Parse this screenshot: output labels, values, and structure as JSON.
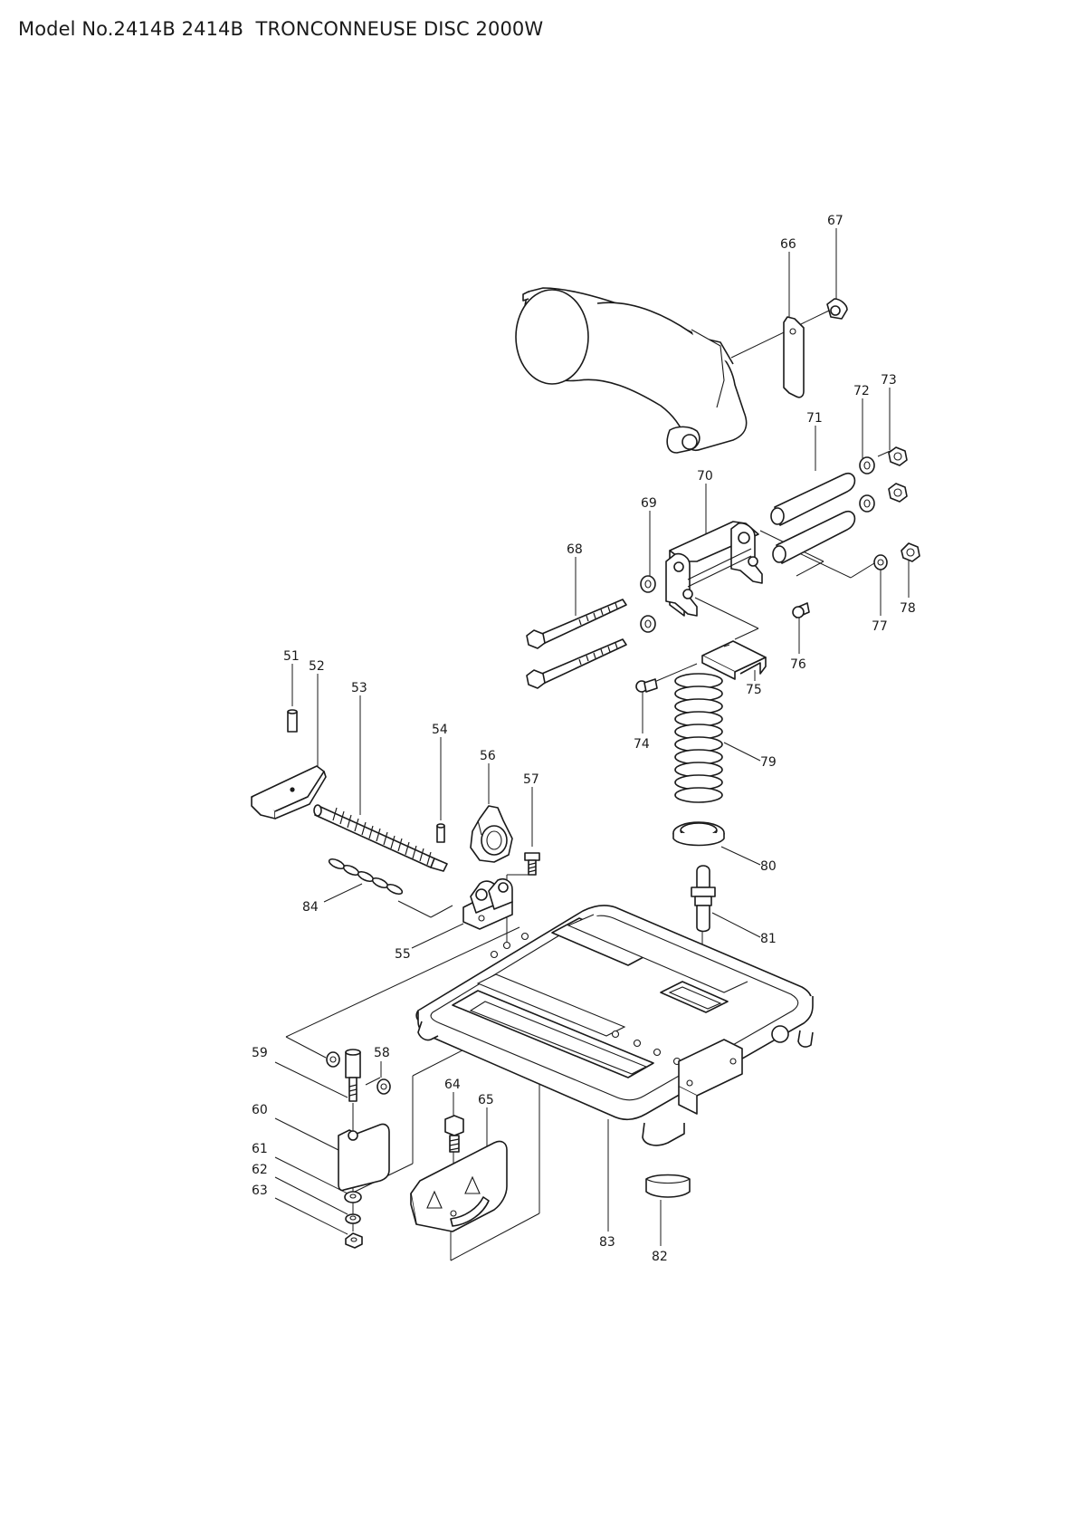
{
  "header": {
    "title": "Model No.2414B 2414B  TRONCONNEUSE DISC 2000W"
  },
  "colors": {
    "ink": "#1a1a1a",
    "background": "#ffffff"
  },
  "callouts": [
    {
      "id": "p51",
      "label": "51"
    },
    {
      "id": "p52",
      "label": "52"
    },
    {
      "id": "p53",
      "label": "53"
    },
    {
      "id": "p54",
      "label": "54"
    },
    {
      "id": "p55",
      "label": "55"
    },
    {
      "id": "p56",
      "label": "56"
    },
    {
      "id": "p57",
      "label": "57"
    },
    {
      "id": "p58",
      "label": "58"
    },
    {
      "id": "p59",
      "label": "59"
    },
    {
      "id": "p60",
      "label": "60"
    },
    {
      "id": "p61",
      "label": "61"
    },
    {
      "id": "p62",
      "label": "62"
    },
    {
      "id": "p63",
      "label": "63"
    },
    {
      "id": "p64",
      "label": "64"
    },
    {
      "id": "p65",
      "label": "65"
    },
    {
      "id": "p66",
      "label": "66"
    },
    {
      "id": "p67",
      "label": "67"
    },
    {
      "id": "p68",
      "label": "68"
    },
    {
      "id": "p69",
      "label": "69"
    },
    {
      "id": "p70",
      "label": "70"
    },
    {
      "id": "p71",
      "label": "71"
    },
    {
      "id": "p72",
      "label": "72"
    },
    {
      "id": "p73",
      "label": "73"
    },
    {
      "id": "p74",
      "label": "74"
    },
    {
      "id": "p75",
      "label": "75"
    },
    {
      "id": "p76",
      "label": "76"
    },
    {
      "id": "p77",
      "label": "77"
    },
    {
      "id": "p78",
      "label": "78"
    },
    {
      "id": "p79",
      "label": "79"
    },
    {
      "id": "p80",
      "label": "80"
    },
    {
      "id": "p81",
      "label": "81"
    },
    {
      "id": "p82",
      "label": "82"
    },
    {
      "id": "p83",
      "label": "83"
    },
    {
      "id": "p84",
      "label": "84"
    }
  ]
}
